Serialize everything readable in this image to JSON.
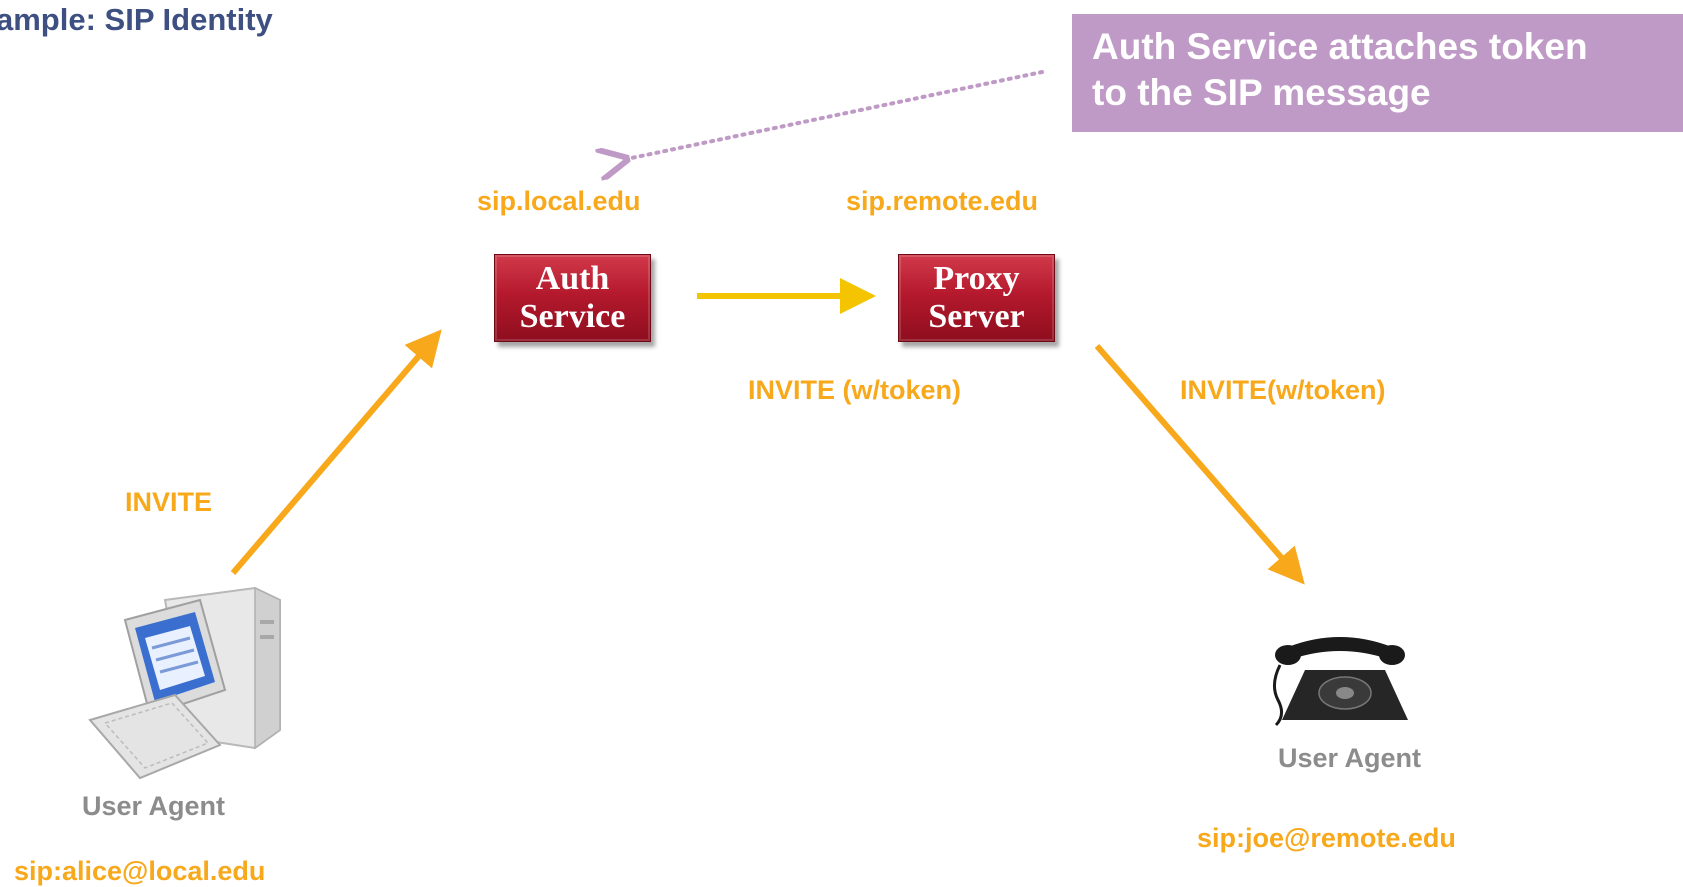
{
  "title": "ample: SIP Identity",
  "callout": {
    "line1": "Auth Service attaches token",
    "line2": "to the SIP message"
  },
  "servers": {
    "auth": {
      "domain": "sip.local.edu",
      "line1": "Auth",
      "line2": "Service"
    },
    "proxy": {
      "domain": "sip.remote.edu",
      "line1": "Proxy",
      "line2": "Server"
    }
  },
  "messages": {
    "invite": "INVITE",
    "invite_token_1": "INVITE (w/token)",
    "invite_token_2": "INVITE(w/token)"
  },
  "agents": {
    "caller": {
      "role": "User Agent",
      "uri": "sip:alice@local.edu",
      "icon": "computer-icon"
    },
    "callee": {
      "role": "User Agent",
      "uri": "sip:joe@remote.edu",
      "icon": "telephone-icon"
    }
  },
  "colors": {
    "arrow": "#f7a81b",
    "arrow_proxy": "#f5c400",
    "server": "#b5192d",
    "callout": "#c09ac6",
    "dotted": "#c09ac6"
  }
}
